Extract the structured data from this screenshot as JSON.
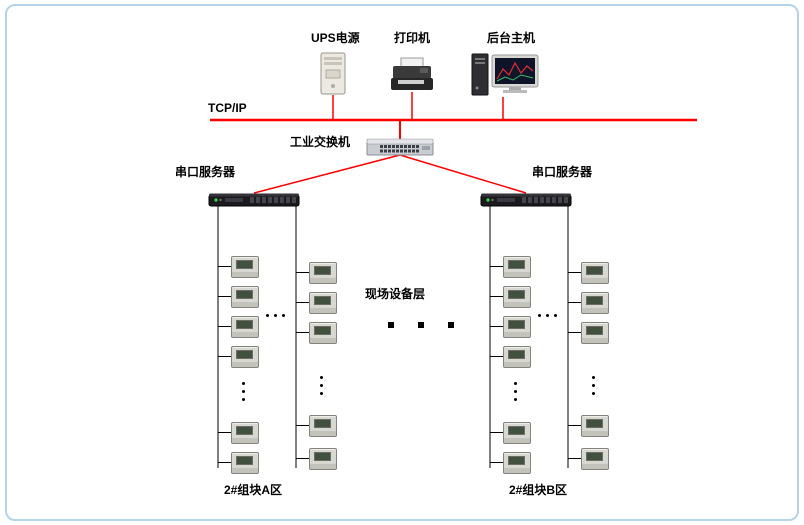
{
  "diagram": {
    "labels": {
      "ups": "UPS电源",
      "printer": "打印机",
      "host": "后台主机",
      "tcpip": "TCP/IP",
      "switch": "工业交换机",
      "serial_server_left": "串口服务器",
      "serial_server_right": "串口服务器",
      "field_layer": "现场设备层",
      "zone_a": "2#组块A区",
      "zone_b": "2#组块B区"
    },
    "icons": {
      "ups": "ups-tower-icon",
      "printer": "printer-icon",
      "host": "desktop-computer-icon",
      "switch": "network-switch-icon",
      "serial_server": "rack-serial-server-icon",
      "meter": "power-meter-icon"
    },
    "colors": {
      "network_line": "#ff0000",
      "bus_line": "#000000",
      "frame_border": "#b5d3e7",
      "background": "#ffffff"
    }
  }
}
